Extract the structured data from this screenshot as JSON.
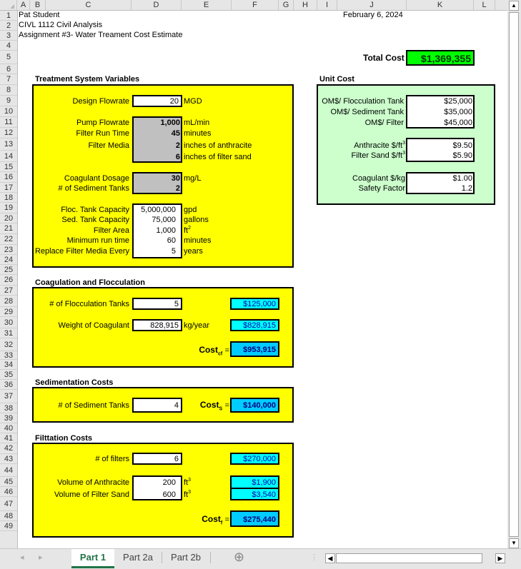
{
  "columns": [
    "A",
    "B",
    "C",
    "D",
    "E",
    "F",
    "G",
    "H",
    "I",
    "J",
    "K",
    "L"
  ],
  "rows": [
    "1",
    "2",
    "3",
    "4",
    "5",
    "6",
    "7",
    "8",
    "9",
    "10",
    "11",
    "12",
    "13",
    "14",
    "15",
    "16",
    "17",
    "18",
    "19",
    "20",
    "21",
    "22",
    "23",
    "24",
    "25",
    "26",
    "27",
    "28",
    "29",
    "30",
    "31",
    "32",
    "33",
    "34",
    "35",
    "36",
    "37",
    "38",
    "39",
    "40",
    "41",
    "42",
    "43",
    "44",
    "45",
    "46",
    "47",
    "48",
    "49"
  ],
  "header": {
    "name": "Pat Student",
    "course": "CIVL 1112 Civil Analysis",
    "assignment": "Assignment #3- Water Treament Cost Estimate",
    "date": "February 6, 2024"
  },
  "total": {
    "label": "Total Cost",
    "value": "$1,369,355"
  },
  "treatment": {
    "title": "Treatment System Variables",
    "design_flowrate": {
      "label": "Design Flowrate",
      "value": "20",
      "unit": "MGD"
    },
    "pump_flowrate": {
      "label": "Pump Flowrate",
      "value": "1,000",
      "unit": "mL/min"
    },
    "filter_run_time": {
      "label": "Filter Run Time",
      "value": "45",
      "unit": "minutes"
    },
    "filter_media": {
      "label": "Filter Media",
      "value1": "2",
      "unit1": "inches of anthracite",
      "value2": "6",
      "unit2": "inches of filter sand"
    },
    "coagulant_dosage": {
      "label": "Coagulant Dosage",
      "value": "30",
      "unit": "mg/L"
    },
    "sediment_tanks": {
      "label": "# of Sediment Tanks",
      "value": "2"
    },
    "floc_capacity": {
      "label": "Floc. Tank Capacity",
      "value": "5,000,000",
      "unit": "gpd"
    },
    "sed_capacity": {
      "label": "Sed. Tank Capacity",
      "value": "75,000",
      "unit": "gallons"
    },
    "filter_area": {
      "label": "Filter Area",
      "value": "1,000",
      "unit": "ft",
      "unit_sup": "2"
    },
    "min_run_time": {
      "label": "Minimum run time",
      "value": "60",
      "unit": "minutes"
    },
    "replace_media": {
      "label": "Replace Filter Media Every",
      "value": "5",
      "unit": "years"
    }
  },
  "unit_cost": {
    "title": "Unit Cost",
    "floc_tank": {
      "label": "OM$/ Flocculation Tank",
      "value": "$25,000"
    },
    "sed_tank": {
      "label": "OM$/ Sediment Tank",
      "value": "$35,000"
    },
    "filter": {
      "label": "OM$/ Filter",
      "value": "$45,000"
    },
    "anthracite": {
      "label": "Anthracite $/ft",
      "sup": "3",
      "value": "$9.50"
    },
    "sand": {
      "label": "Filter Sand $/ft",
      "sup": "3",
      "value": "$5.90"
    },
    "coagulant": {
      "label": "Coagulant $/kg",
      "value": "$1.00"
    },
    "safety": {
      "label": "Safety Factor",
      "value": "1.2"
    }
  },
  "coag": {
    "title": "Coagulation and Flocculation",
    "floc_tanks": {
      "label": "# of Flocculation Tanks",
      "value": "5",
      "cost": "$125,000"
    },
    "coag_weight": {
      "label": "Weight of Coagulant",
      "value": "828,915",
      "unit": "kg/year",
      "cost": "$828,915"
    },
    "total": {
      "label": "Cost",
      "sub": "cf",
      "eq": "=",
      "value": "$953,915"
    }
  },
  "sed": {
    "title": "Sedimentation Costs",
    "tanks": {
      "label": "# of Sediment Tanks",
      "value": "4"
    },
    "total": {
      "label": "Cost",
      "sub": "S",
      "eq": "=",
      "value": "$140,000"
    }
  },
  "filt": {
    "title": "Filttation Costs",
    "filters": {
      "label": "# of filters",
      "value": "6",
      "cost": "$270,000"
    },
    "anthracite": {
      "label": "Volume of Anthracite",
      "value": "200",
      "unit": "ft",
      "sup": "3",
      "cost": "$1,900"
    },
    "sand": {
      "label": "Volume of Filter Sand",
      "value": "600",
      "unit": "ft",
      "sup": "3",
      "cost": "$3,540"
    },
    "total": {
      "label": "Cost",
      "sub": "f",
      "eq": "=",
      "value": "$275,440"
    }
  },
  "tabs": [
    {
      "label": "Part 1",
      "active": true
    },
    {
      "label": "Part 2a"
    },
    {
      "label": "Part 2b"
    }
  ],
  "icons": {
    "add_sheet": "⊕",
    "prev": "◂",
    "next": "▸",
    "up": "▲",
    "down": "▼",
    "left": "◀",
    "right": "▶",
    "more": "⋮"
  }
}
